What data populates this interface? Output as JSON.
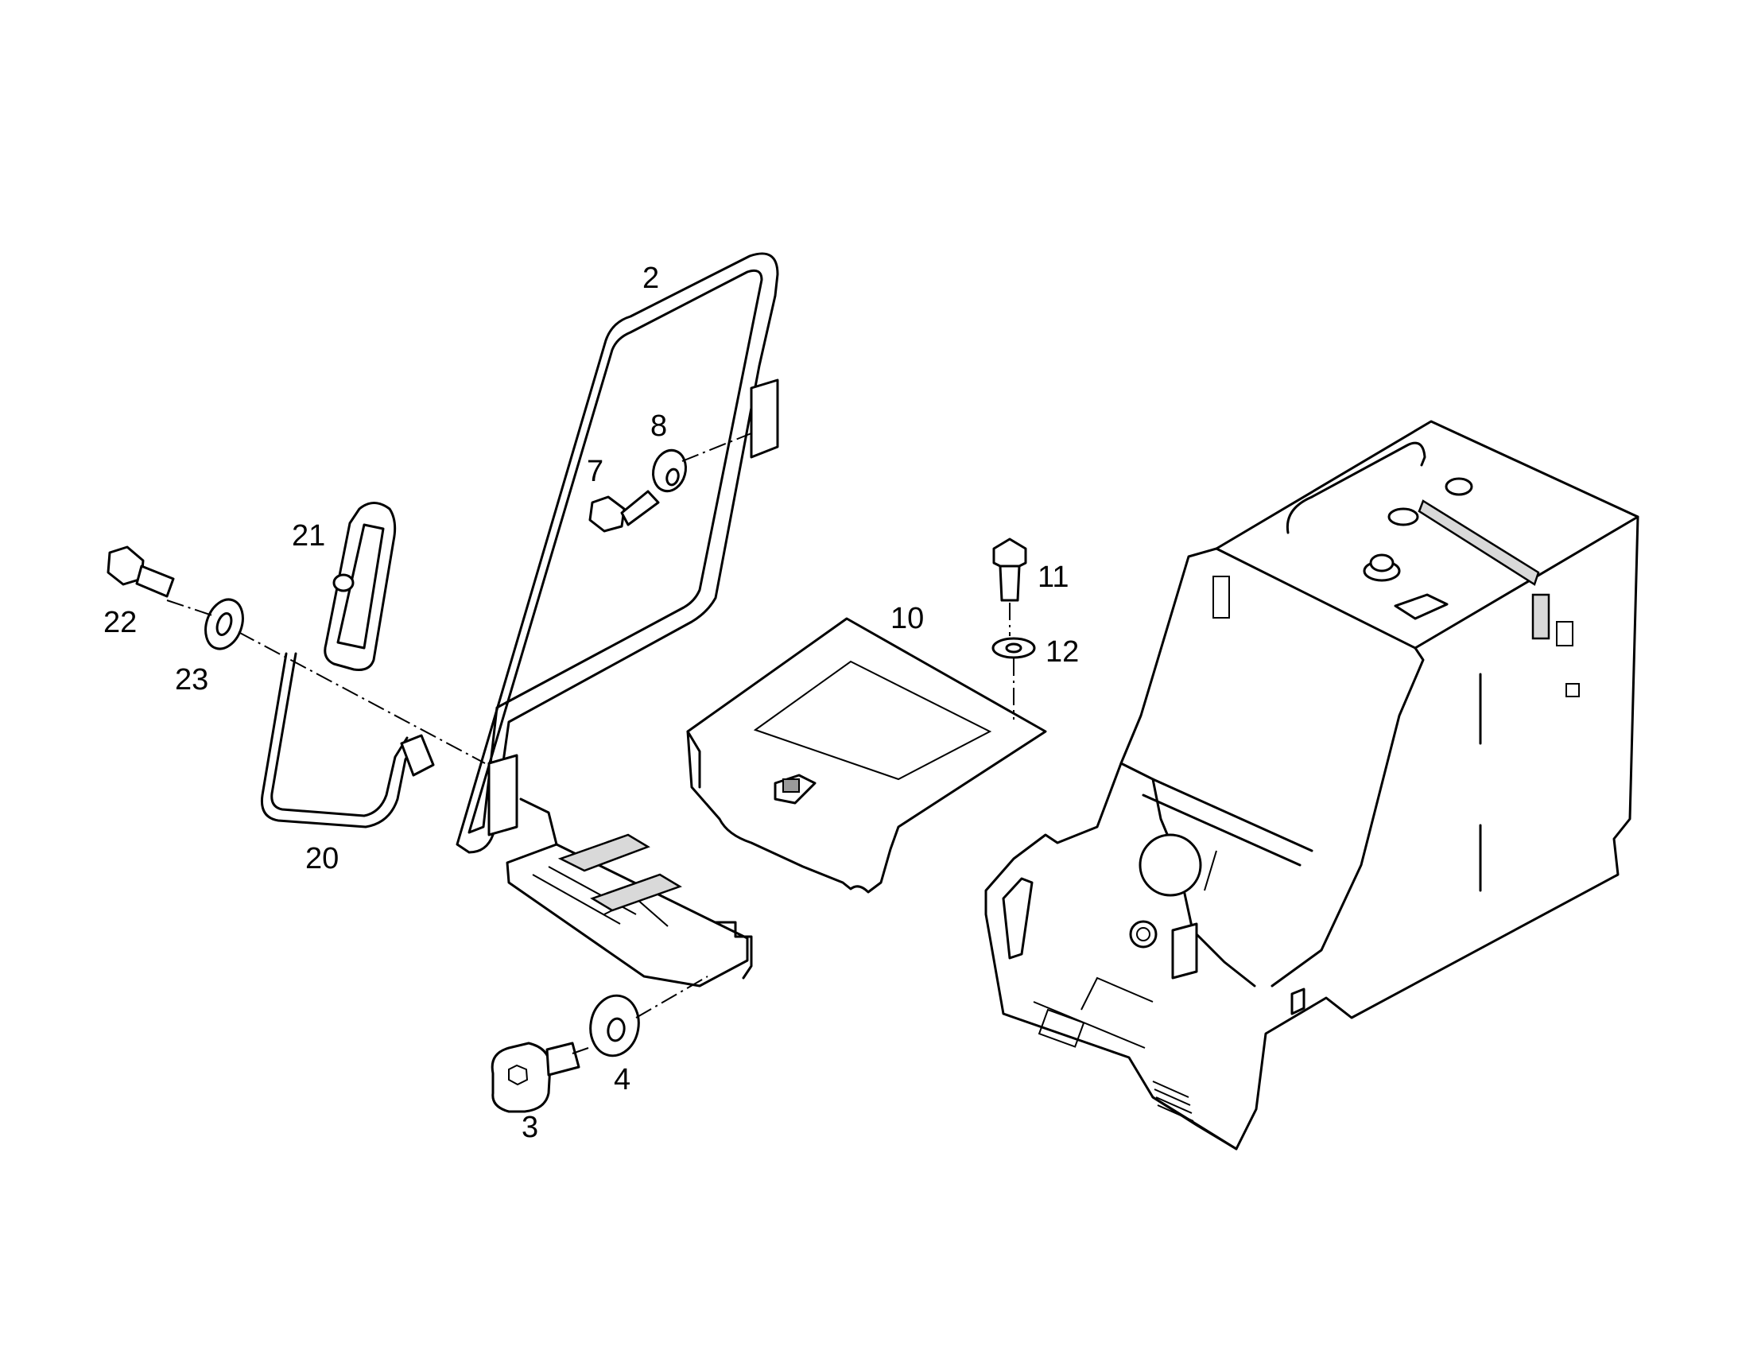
{
  "diagram": {
    "type": "exploded-parts-view",
    "callouts": [
      {
        "id": "2",
        "label": "2"
      },
      {
        "id": "3",
        "label": "3"
      },
      {
        "id": "4",
        "label": "4"
      },
      {
        "id": "7",
        "label": "7"
      },
      {
        "id": "8",
        "label": "8"
      },
      {
        "id": "10",
        "label": "10"
      },
      {
        "id": "11",
        "label": "11"
      },
      {
        "id": "12",
        "label": "12"
      },
      {
        "id": "20",
        "label": "20"
      },
      {
        "id": "21",
        "label": "21"
      },
      {
        "id": "22",
        "label": "22"
      },
      {
        "id": "23",
        "label": "23"
      }
    ]
  }
}
